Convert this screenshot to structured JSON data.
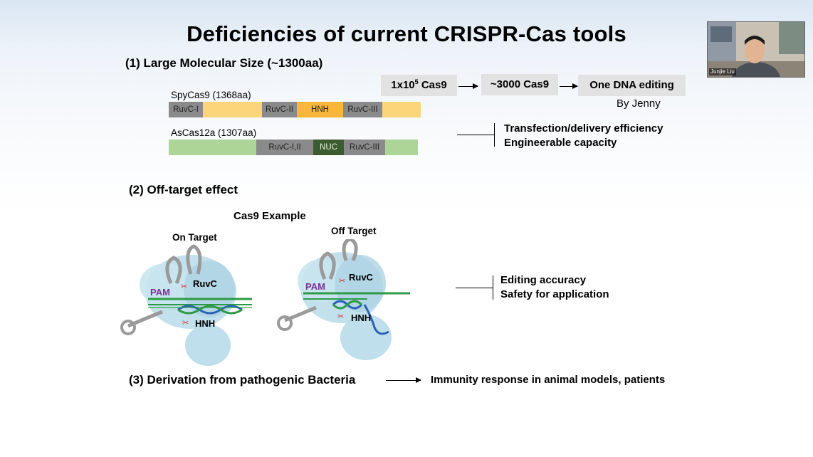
{
  "slide": {
    "title": "Deficiencies of current CRISPR-Cas tools",
    "section1": {
      "heading": "(1) Large Molecular Size (~1300aa)",
      "spycas9": {
        "name": "SpyCas9 (1368aa)",
        "domains": [
          "RuvC-I",
          "RuvC-II",
          "HNH",
          "RuvC-III"
        ]
      },
      "ascas12a": {
        "name": "AsCas12a (1307aa)",
        "domains": [
          "RuvC-I,II",
          "NUC",
          "RuvC-III"
        ]
      },
      "flow": {
        "box1_base": "1x10",
        "box1_exp": "5",
        "box1_suffix": " Cas9",
        "box2": "~3000 Cas9",
        "box3": "One DNA editing",
        "credit": "By Jenny"
      },
      "impacts": [
        "Transfection/delivery efficiency",
        "Engineerable capacity"
      ]
    },
    "section2": {
      "heading": "(2) Off-target effect",
      "example_title": "Cas9 Example",
      "on_target": {
        "label": "On Target",
        "pam": "PAM",
        "ruvc": "RuvC",
        "hnh": "HNH"
      },
      "off_target": {
        "label": "Off Target",
        "pam": "PAM",
        "ruvc": "RuvC",
        "hnh": "HNH"
      },
      "impacts": [
        "Editing accuracy",
        "Safety for application"
      ]
    },
    "section3": {
      "heading": "(3) Derivation from pathogenic Bacteria",
      "consequence": "Immunity response in animal models, patients"
    }
  },
  "video": {
    "participant_name": "Junjie Liu"
  },
  "colors": {
    "ruvc_gray": "#8a8a8a",
    "cas9_yellow": "#fcd47a",
    "hnh_orange": "#f8b73a",
    "cas12_green": "#aed598",
    "nuc_darkgreen": "#3c5b2f",
    "box_gray": "#e2e2e2",
    "protein_blue": "#b7dce9",
    "dna_green": "#2f9a45",
    "dna_blue": "#2a62b7",
    "pam_purple": "#7b2f9c",
    "scissor_red": "#d62a2a"
  }
}
